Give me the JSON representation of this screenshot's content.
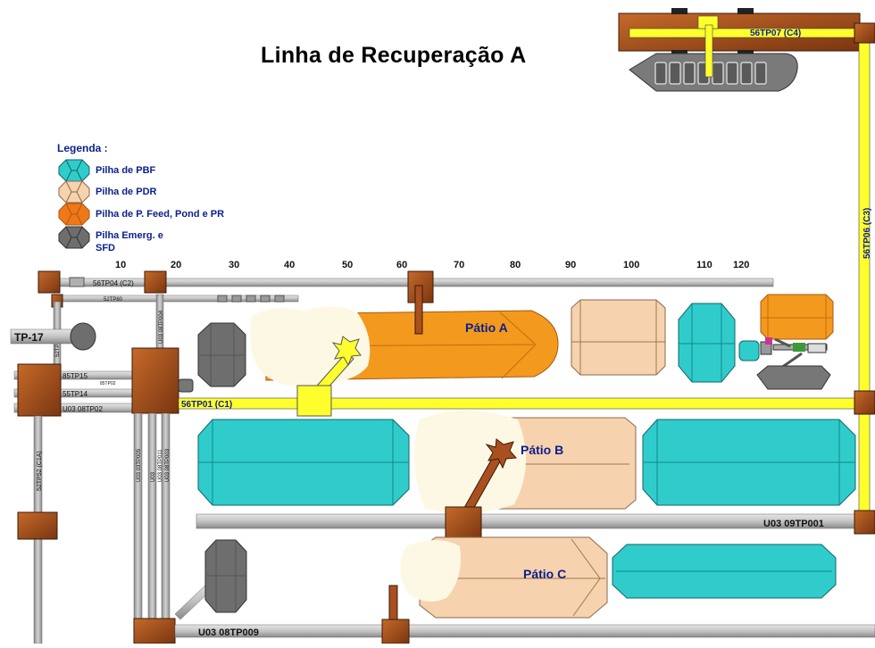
{
  "title": "Linha de Recuperação A",
  "legend": {
    "heading": "Legenda :",
    "items": [
      {
        "label": "Pilha  de PBF",
        "color": "#30cccc"
      },
      {
        "label": "Pilha de PDR",
        "color": "#f7d2ae"
      },
      {
        "label": "Pilha de P. Feed, Pond e PR",
        "color": "#f07818"
      },
      {
        "label": "Pilha Emerg. e",
        "label2": "SFD",
        "color": "#6e6e6e"
      }
    ]
  },
  "scale": [
    "10",
    "20",
    "30",
    "40",
    "50",
    "60",
    "70",
    "80",
    "90",
    "100",
    "110",
    "120"
  ],
  "conveyors": {
    "c1": "56TP01 (C1)",
    "c2": "56TP04 (C2)",
    "c3": "56TP06 (C3)",
    "c4": "56TP07 (C4)",
    "tp17": "TP-17",
    "p15": "85TP15",
    "p14": "55TP14",
    "p02": "U03 08TP02",
    "c1a": "52TP52 (C1A)",
    "tp001": "U03 09TP001",
    "tp009": "U03 08TP009",
    "small": [
      "52TP80",
      "U03 08TP004",
      "52TP51",
      "85TP02",
      "U03 03TP005",
      "U03",
      "U03 08TP011",
      "U03 08TP003"
    ]
  },
  "yards": {
    "a": "Pátio A",
    "b": "Pátio B",
    "c": "Pátio C"
  },
  "colors": {
    "pbf": "#30cccc",
    "pdr": "#f7d2ae",
    "feed": "#f39a1e",
    "emerg": "#6e6e6e",
    "conveyor": "#ffff2e",
    "pipe": "#c8c8c8",
    "brown": "#a8501f",
    "label": "#0b1f8c"
  }
}
